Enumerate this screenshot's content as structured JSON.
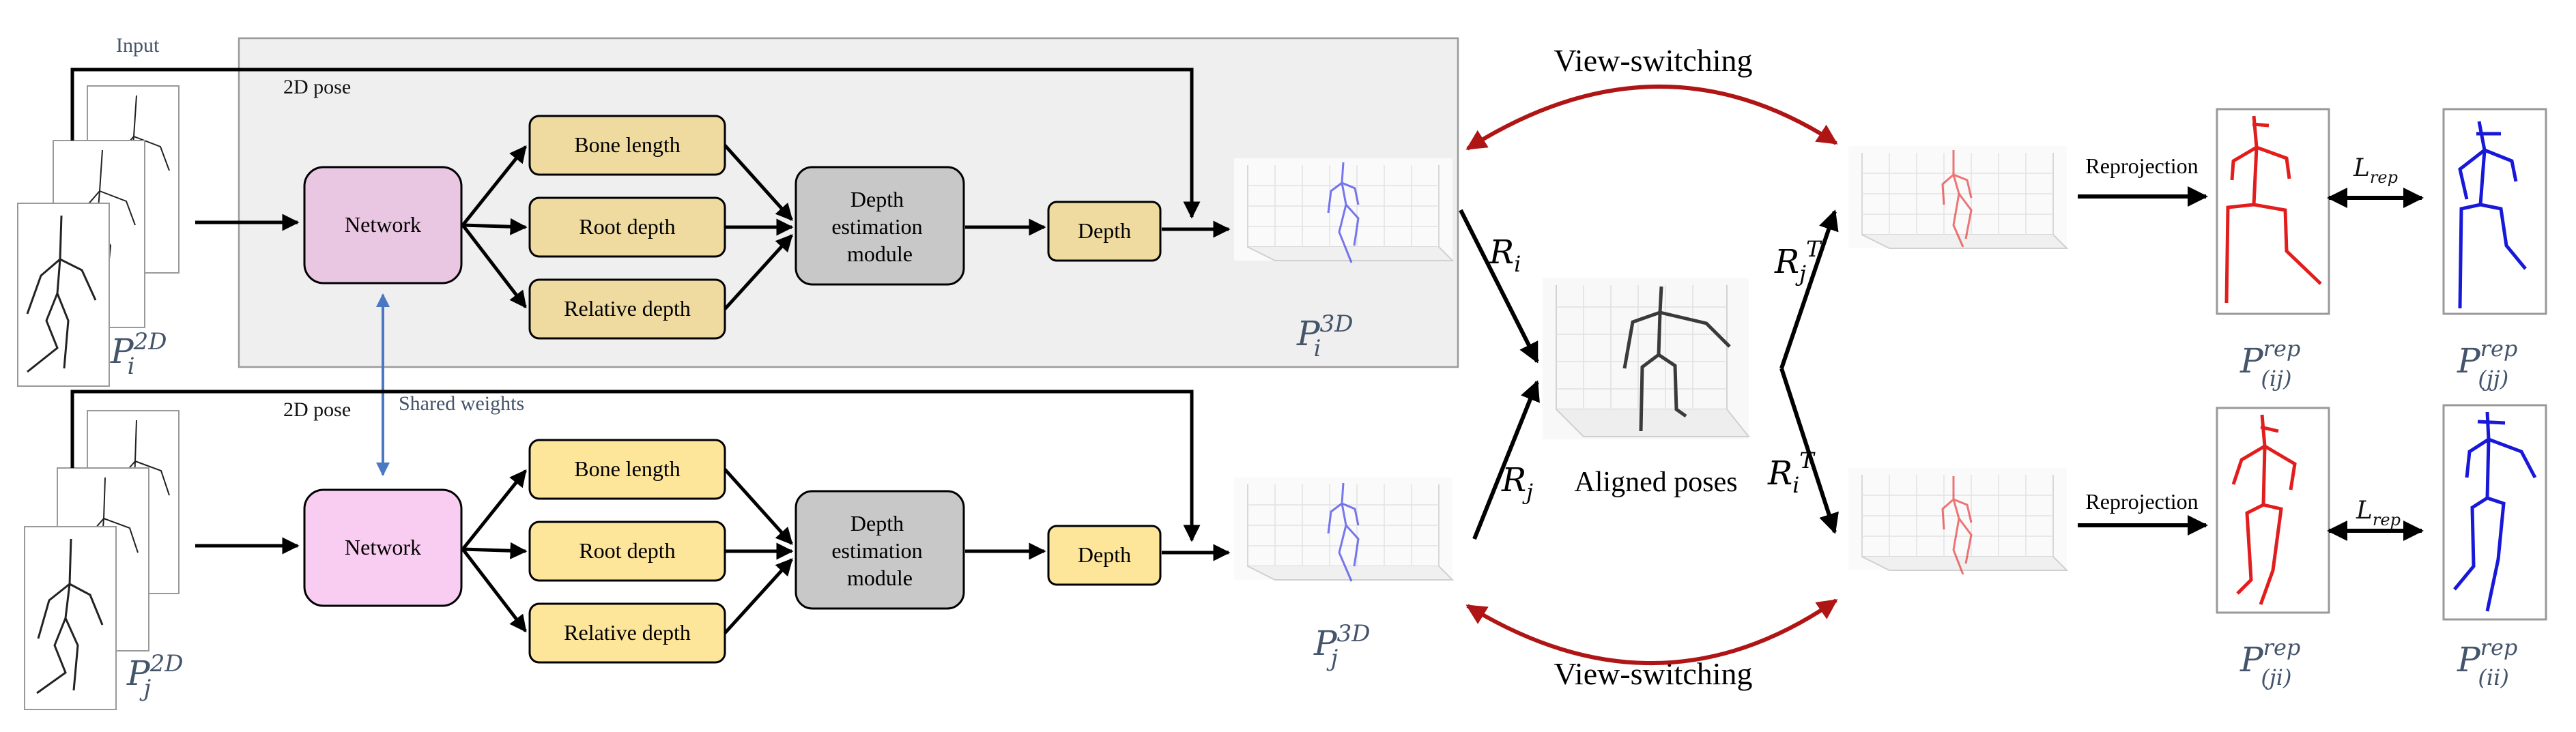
{
  "labels": {
    "input": "Input",
    "pose2d_top": "2D pose",
    "pose2d_bottom": "2D pose",
    "shared_weights": "Shared weights",
    "network_top": "Network",
    "network_bottom": "Network",
    "bone_length_top": "Bone length",
    "root_depth_top": "Root depth",
    "relative_depth_top": "Relative depth",
    "bone_length_bottom": "Bone length",
    "root_depth_bottom": "Root depth",
    "relative_depth_bottom": "Relative depth",
    "dem_top": [
      "Depth",
      "estimation",
      "module"
    ],
    "dem_bottom": [
      "Depth",
      "estimation",
      "module"
    ],
    "depth_top": "Depth",
    "depth_bottom": "Depth",
    "view_switching_top": "View-switching",
    "view_switching_bottom": "View-switching",
    "aligned_poses": "Aligned poses",
    "reprojection_top": "Reprojection",
    "reprojection_bottom": "Reprojection"
  },
  "math": {
    "Pi2D": {
      "base": "P",
      "sub": "i",
      "sup": "2D"
    },
    "Pj2D": {
      "base": "P",
      "sub": "j",
      "sup": "2D"
    },
    "Pi3D": {
      "base": "P",
      "sub": "i",
      "sup": "3D"
    },
    "Pj3D": {
      "base": "P",
      "sub": "j",
      "sup": "3D"
    },
    "Ri": {
      "base": "R",
      "sub": "i"
    },
    "Rj": {
      "base": "R",
      "sub": "j"
    },
    "RjT": {
      "base": "R",
      "sub": "j",
      "sup": "T"
    },
    "RiT": {
      "base": "R",
      "sub": "i",
      "sup": "T"
    },
    "Lrep_top": {
      "base": "L",
      "sub": "rep"
    },
    "Lrep_bottom": {
      "base": "L",
      "sub": "rep"
    },
    "Pij": {
      "base": "P",
      "sub": "(ij)",
      "sup": "rep"
    },
    "Pjj": {
      "base": "P",
      "sub": "(jj)",
      "sup": "rep"
    },
    "Pji": {
      "base": "P",
      "sub": "(ji)",
      "sup": "rep"
    },
    "Pii": {
      "base": "P",
      "sub": "(ii)",
      "sup": "rep"
    }
  },
  "colors": {
    "network_top": "#e9c6e1",
    "network_bottom": "#f9cdf1",
    "module_top": "#efdb9f",
    "module_bottom": "#fde59a",
    "dem": "#c8c8c8",
    "panel": "#efefef",
    "arc": "#b01515",
    "shared_arrow": "#4a78c2",
    "label_blue": "#44546a",
    "pose_blue": "#4a4ae8",
    "pose_red": "#e21d1d"
  }
}
